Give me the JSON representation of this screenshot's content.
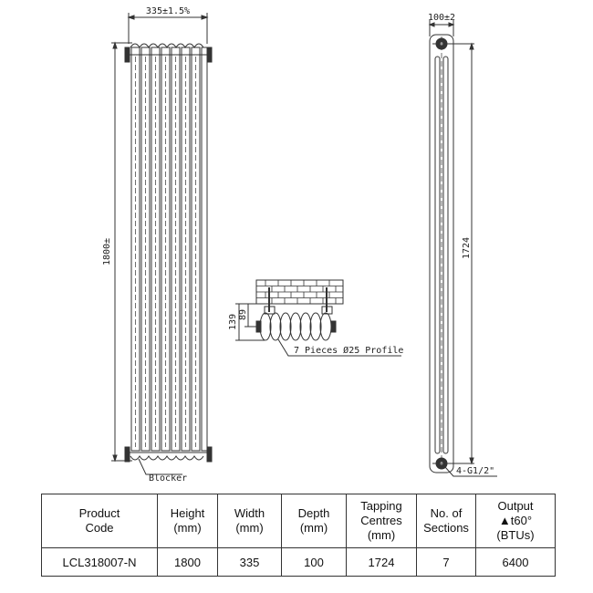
{
  "drawing": {
    "front_view": {
      "width_dim": "335±1.5%",
      "height_dim": "1800±",
      "blocker_label": "Blocker",
      "sections": 7
    },
    "plan_view": {
      "depth_dim_total": "139",
      "depth_dim_wall": "89",
      "profile_label": "7 Pieces Ø25 Profile"
    },
    "side_view": {
      "depth_dim": "100±2",
      "tapping_dim": "1724",
      "connection_label": "4-G1/2\""
    }
  },
  "table": {
    "headers": [
      [
        "Product",
        "Code"
      ],
      [
        "Height",
        "(mm)"
      ],
      [
        "Width",
        "(mm)"
      ],
      [
        "Depth",
        "(mm)"
      ],
      [
        "Tapping",
        "Centres",
        "(mm)"
      ],
      [
        "No. of",
        "Sections"
      ],
      [
        "Output",
        "▲t60° (BTUs)"
      ]
    ],
    "rows": [
      [
        "LCL318007-N",
        "1800",
        "335",
        "100",
        "1724",
        "7",
        "6400"
      ]
    ]
  },
  "colors": {
    "line": "#333333",
    "text": "#111111",
    "background": "#ffffff"
  }
}
